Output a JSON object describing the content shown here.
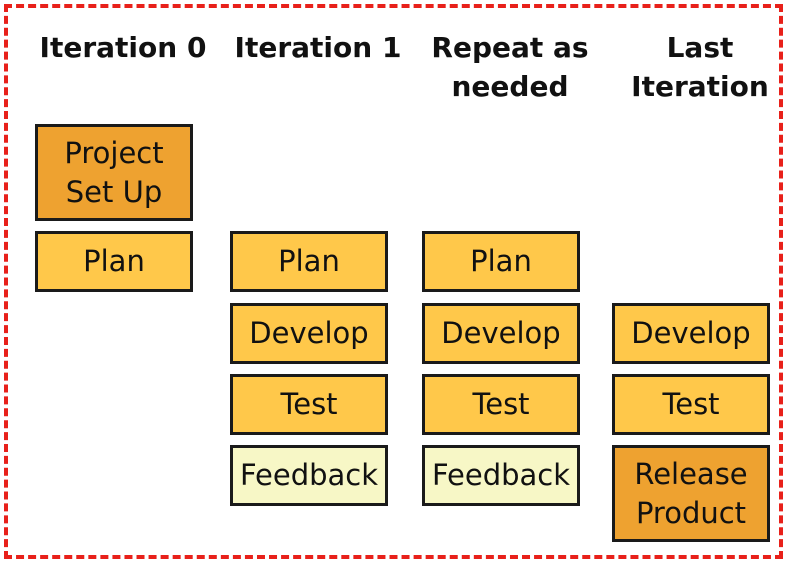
{
  "colors": {
    "frame_border": "#e8201a",
    "box_light": "#ffc84a",
    "box_dark": "#eea230",
    "box_pale": "#f7f7c6",
    "box_border": "#1a1a1a"
  },
  "columns": [
    {
      "heading": "Iteration 0",
      "boxes": [
        {
          "label": "Project\nSet Up",
          "style": "dark"
        },
        {
          "label": "Plan",
          "style": "light"
        }
      ]
    },
    {
      "heading": "Iteration 1",
      "boxes": [
        {
          "label": "Plan",
          "style": "light"
        },
        {
          "label": "Develop",
          "style": "light"
        },
        {
          "label": "Test",
          "style": "light"
        },
        {
          "label": "Feedback",
          "style": "pale"
        }
      ]
    },
    {
      "heading": "Repeat as\nneeded",
      "boxes": [
        {
          "label": "Plan",
          "style": "light"
        },
        {
          "label": "Develop",
          "style": "light"
        },
        {
          "label": "Test",
          "style": "light"
        },
        {
          "label": "Feedback",
          "style": "pale"
        }
      ]
    },
    {
      "heading": "Last\nIteration",
      "boxes": [
        {
          "label": "Develop",
          "style": "light"
        },
        {
          "label": "Test",
          "style": "light"
        },
        {
          "label": "Release\nProduct",
          "style": "dark"
        }
      ]
    }
  ]
}
